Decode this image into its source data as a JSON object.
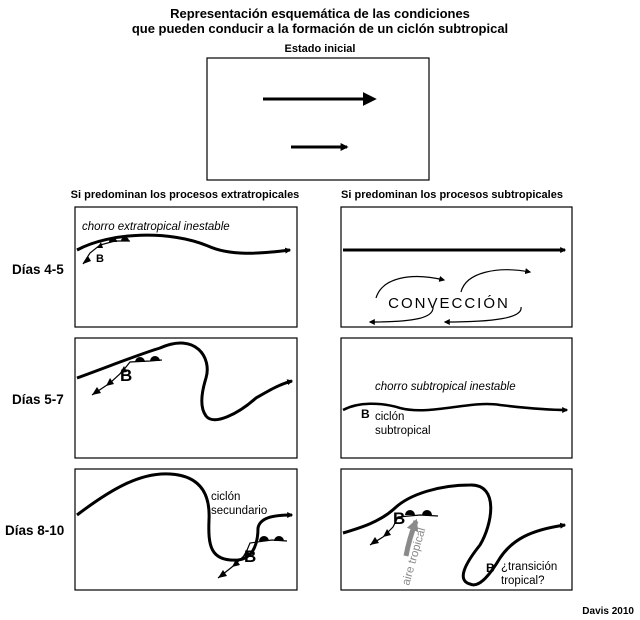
{
  "title": {
    "line1": "Representación esquemática de las condiciones",
    "line2": "que pueden conducir a la formación de un ciclón subtropical"
  },
  "initial_state": {
    "label": "Estado inicial"
  },
  "columns": {
    "left": "Si predominan los procesos extratropicales",
    "right": "Si predominan los procesos subtropicales"
  },
  "rows": {
    "r1": "Días 4-5",
    "r2": "Días 5-7",
    "r3": "Días 8-10"
  },
  "panels": {
    "extra_45": {
      "jet_label": "chorro extratropical inestable",
      "low": "B"
    },
    "extra_57": {
      "low": "B"
    },
    "extra_810": {
      "low": "B",
      "sec_line1": "ciclón",
      "sec_line2": "secundario"
    },
    "sub_45": {
      "convection": "CONVECCIÓN"
    },
    "sub_57": {
      "jet_label": "chorro subtropical inestable",
      "low": "B",
      "cyc_line1": "ciclón",
      "cyc_line2": "subtropical"
    },
    "sub_810": {
      "low1": "B",
      "low2": "B",
      "air": "aire tropical",
      "trans_line1": "¿transición",
      "trans_line2": "tropical?"
    }
  },
  "credit": "Davis 2010",
  "colors": {
    "line": "#000000",
    "gray_arrow": "#8a8a8a"
  }
}
